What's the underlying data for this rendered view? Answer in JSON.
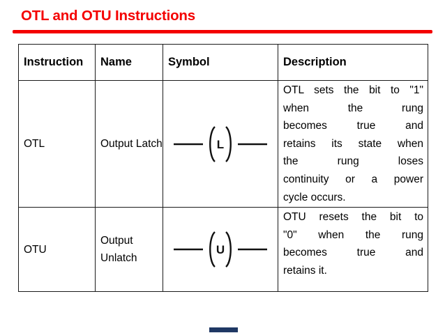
{
  "slide": {
    "title": "OTL and OTU Instructions"
  },
  "colors": {
    "title_red": "#F40000",
    "rule_red": "#F40000",
    "table_border": "#1A1A1A",
    "text_black": "#000000",
    "background": "#FFFFFF",
    "footer_navy": "#1F3864"
  },
  "table": {
    "headers": [
      "Instruction",
      "Name",
      "Symbol",
      "Description"
    ],
    "rows": [
      {
        "instruction": "OTL",
        "name": "Output Latch",
        "symbol_icon": "latch-coil-symbol",
        "symbol_letter": "L",
        "description": "OTL sets the bit to \"1\" when the rung becomes true and retains its state when the rung loses continuity or a power cycle occurs.",
        "description_lines": [
          "OTL sets the bit to \"1\"",
          "when the rung",
          "becomes true and",
          "retains its state when",
          "the rung loses",
          "continuity or a power",
          "cycle occurs."
        ]
      },
      {
        "instruction": "OTU",
        "name": "Output Unlatch",
        "symbol_icon": "unlatch-coil-symbol",
        "symbol_letter": "U",
        "description": "OTU resets the bit to \"0\" when the rung becomes true and retains it.",
        "description_lines": [
          "OTU resets the bit to",
          "\"0\" when the rung",
          "becomes true and",
          "retains it."
        ]
      }
    ]
  }
}
